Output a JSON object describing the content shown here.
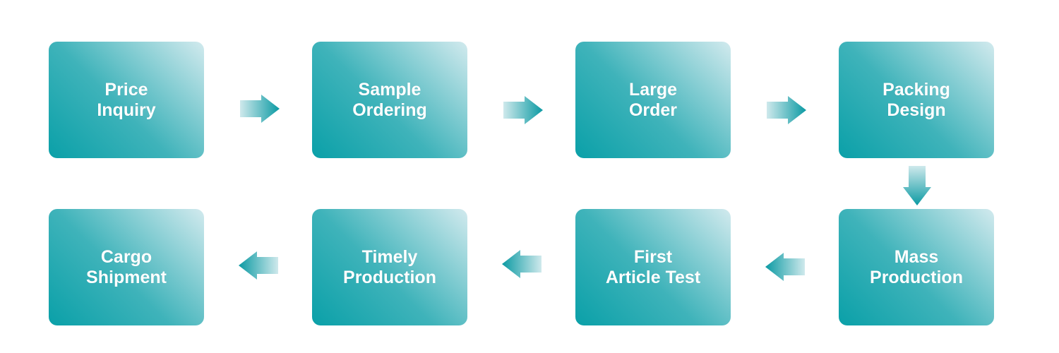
{
  "colors": {
    "box_start": "#0aa0a8",
    "box_mid": "#3fb3ba",
    "box_end": "#d2eaee",
    "arrow_start": "#0b9aa3",
    "arrow_end": "#cfe9ec",
    "text": "#ffffff"
  },
  "steps": [
    {
      "label": "Price\nInquiry"
    },
    {
      "label": "Sample\nOrdering"
    },
    {
      "label": "Large\nOrder"
    },
    {
      "label": "Packing\nDesign"
    },
    {
      "label": "Mass\nProduction"
    },
    {
      "label": "First\nArticle Test"
    },
    {
      "label": "Timely\nProduction"
    },
    {
      "label": "Cargo\nShipment"
    }
  ],
  "arrows": [
    {
      "direction": "right"
    },
    {
      "direction": "right"
    },
    {
      "direction": "right"
    },
    {
      "direction": "down"
    },
    {
      "direction": "left"
    },
    {
      "direction": "left"
    },
    {
      "direction": "left"
    }
  ]
}
